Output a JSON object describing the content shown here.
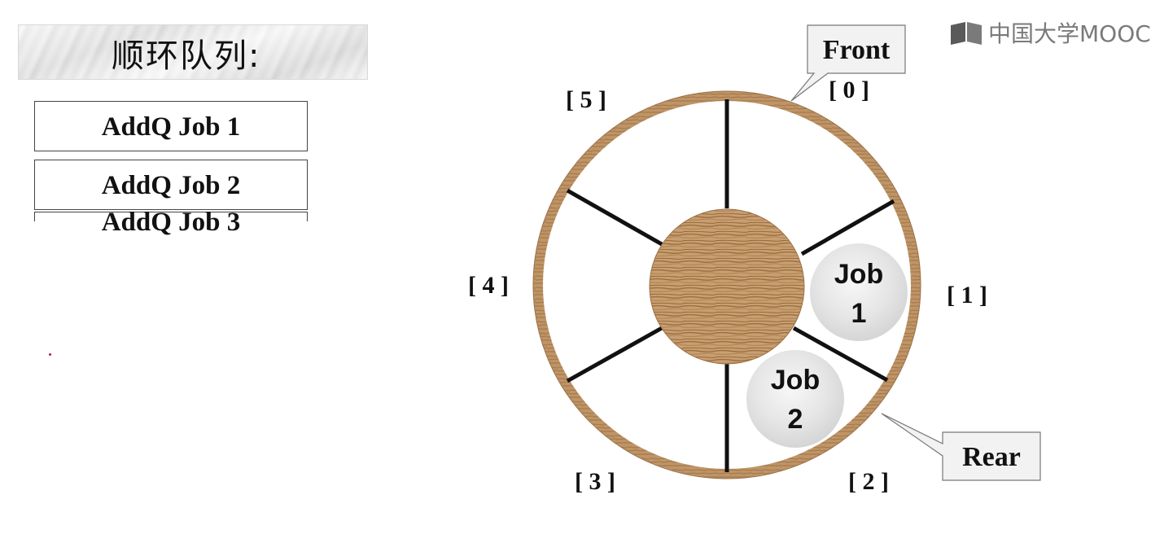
{
  "title": "顺环队列:",
  "operations": [
    "AddQ Job 1",
    "AddQ Job 2",
    "AddQ Job 3"
  ],
  "watermark": "中国大学MOOC",
  "queue": {
    "slots": [
      {
        "index": "[ 0 ]",
        "content": ""
      },
      {
        "index": "[ 1 ]",
        "content": [
          "Job",
          "1"
        ]
      },
      {
        "index": "[ 2 ]",
        "content": [
          "Job",
          "2"
        ]
      },
      {
        "index": "[ 3 ]",
        "content": ""
      },
      {
        "index": "[ 4 ]",
        "content": ""
      },
      {
        "index": "[ 5 ]",
        "content": ""
      }
    ],
    "front_label": "Front",
    "rear_label": "Rear"
  },
  "colors": {
    "wood_ring": "#b98c60",
    "wood_hub": "#c49a6c",
    "marble": "#e9e9e9",
    "divider": "#111111"
  }
}
